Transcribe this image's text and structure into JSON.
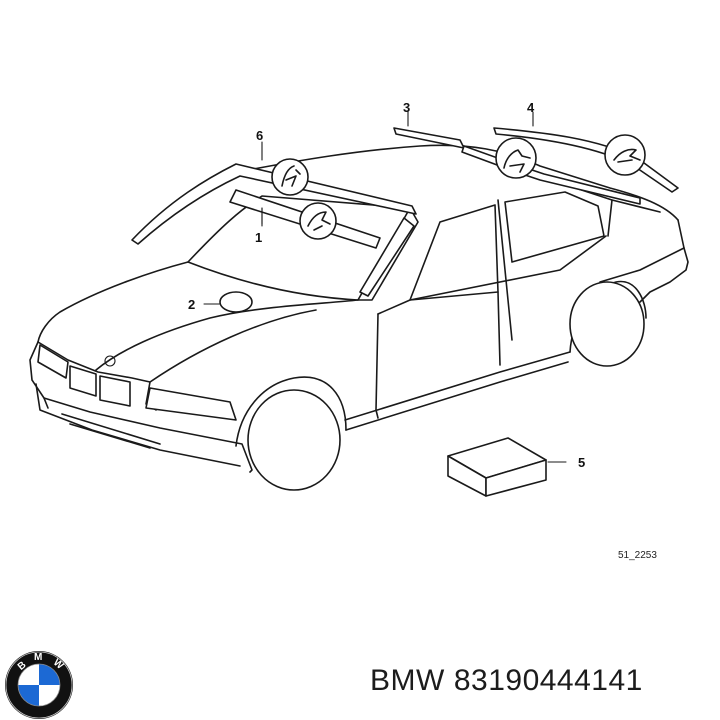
{
  "diagram": {
    "callouts": [
      "1",
      "2",
      "3",
      "4",
      "5",
      "6"
    ],
    "reference_code": "51_2253"
  },
  "caption": {
    "brand": "BMW",
    "part_number": "83190444141"
  },
  "logo": {
    "letters": [
      "B",
      "M",
      "W"
    ],
    "colors": {
      "ring": "#111111",
      "quadrant_blue": "#1c69d4",
      "quadrant_white": "#ffffff"
    }
  }
}
